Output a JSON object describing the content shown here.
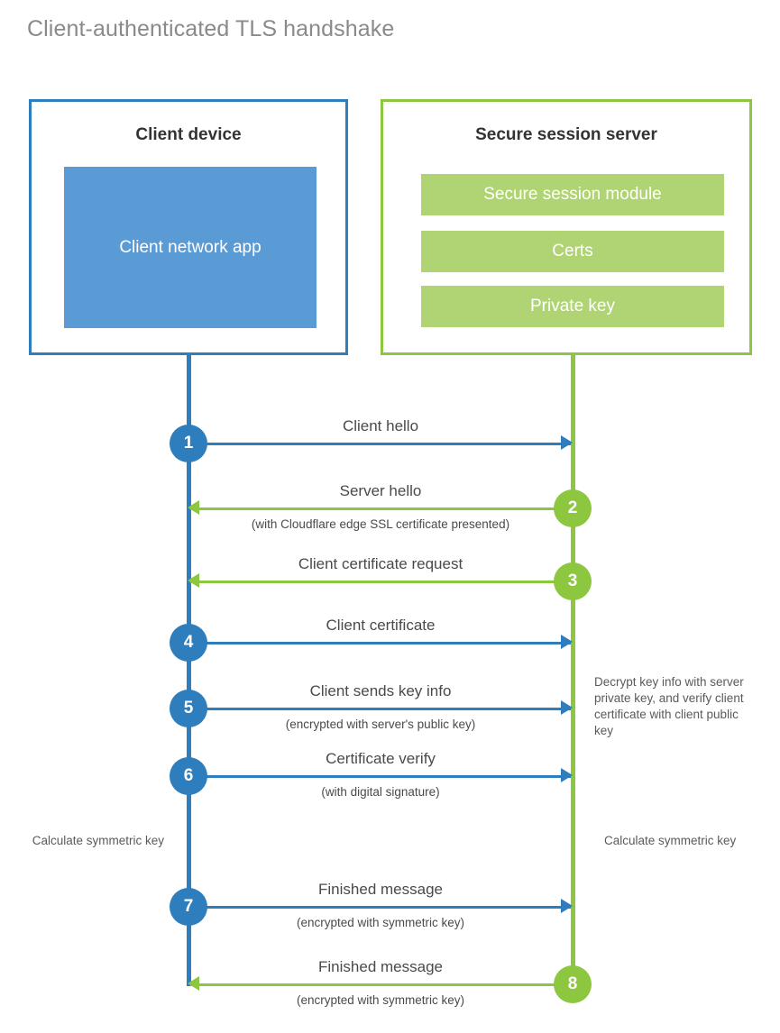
{
  "title": "Client-authenticated TLS handshake",
  "colors": {
    "client_blue": "#2e7ebd",
    "client_app_blue": "#5b9bd5",
    "server_green": "#8dc63f",
    "server_bar_green": "#b0d473",
    "text_gray": "#4a4a4a",
    "title_gray": "#8a8a8a"
  },
  "client": {
    "title": "Client device",
    "app_label": "Client network app"
  },
  "server": {
    "title": "Secure session server",
    "modules": [
      "Secure session module",
      "Certs",
      "Private key"
    ]
  },
  "notes": {
    "decrypt": "Decrypt key info with server private key, and verify client certificate with client public key",
    "client_symmetric": "Calculate symmetric key",
    "server_symmetric": "Calculate symmetric key"
  },
  "steps": [
    {
      "number": "1",
      "label": "Client hello",
      "sublabel": "",
      "direction": "client-to-server",
      "color": "blue"
    },
    {
      "number": "2",
      "label": "Server hello",
      "sublabel": "(with Cloudflare edge SSL certificate presented)",
      "direction": "server-to-client",
      "color": "green"
    },
    {
      "number": "3",
      "label": "Client certificate request",
      "sublabel": "",
      "direction": "server-to-client",
      "color": "green"
    },
    {
      "number": "4",
      "label": "Client certificate",
      "sublabel": "",
      "direction": "client-to-server",
      "color": "blue"
    },
    {
      "number": "5",
      "label": "Client sends key info",
      "sublabel": "(encrypted with server's public key)",
      "direction": "client-to-server",
      "color": "blue"
    },
    {
      "number": "6",
      "label": "Certificate verify",
      "sublabel": "(with digital signature)",
      "direction": "client-to-server",
      "color": "blue"
    },
    {
      "number": "7",
      "label": "Finished message",
      "sublabel": "(encrypted with symmetric key)",
      "direction": "client-to-server",
      "color": "blue"
    },
    {
      "number": "8",
      "label": "Finished message",
      "sublabel": "(encrypted with symmetric key)",
      "direction": "server-to-client",
      "color": "green"
    }
  ]
}
